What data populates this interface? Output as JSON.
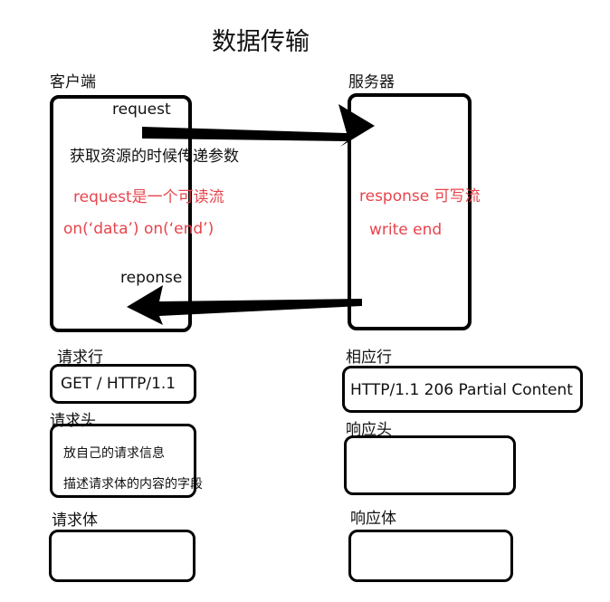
{
  "title": "数据传输",
  "client": {
    "label": "客户端",
    "request_label": "request",
    "description": "获取资源的时候传递参数",
    "stream_note": "request是一个可读流",
    "events_note": "on(‘data’)  on(‘end’)",
    "response_label": "reponse"
  },
  "server": {
    "label": "服务器",
    "stream_note": "response 可写流",
    "methods_note": "write  end"
  },
  "request_side": {
    "line_label": "请求行",
    "line_value": "GET / HTTP/1.1",
    "header_label": "请求头",
    "header_line1": "放自己的请求信息",
    "header_line2": "描述请求体的内容的字段",
    "body_label": "请求体"
  },
  "response_side": {
    "line_label": "相应行",
    "line_value": "HTTP/1.1 206 Partial Content",
    "header_label": "响应头",
    "body_label": "响应体"
  },
  "colors": {
    "note_red": "#e8444c",
    "stroke": "#000000"
  }
}
